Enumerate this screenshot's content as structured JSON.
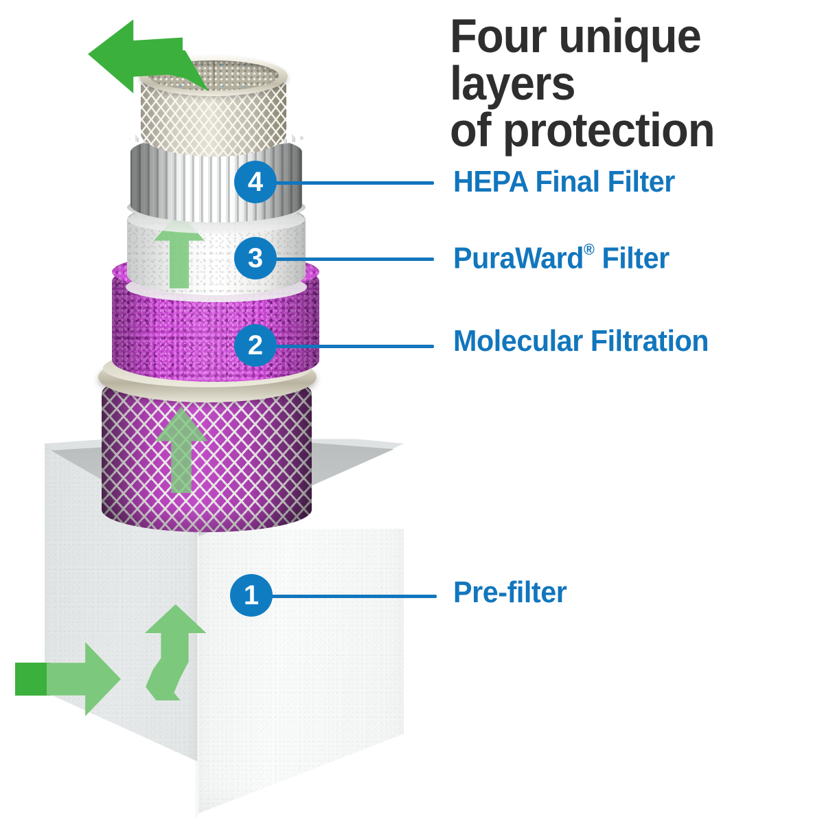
{
  "heading": {
    "line1": "Four unique layers",
    "line2": "of protection",
    "full": "Four unique layers\nof protection",
    "color": "#2e2e2e"
  },
  "accent": {
    "blue": "#0f7cc2",
    "label_blue": "#1276bd",
    "green_dark": "#3cb03c",
    "green_light": "#7cc87c",
    "purple": "#c546cd",
    "metal": "#dedacb"
  },
  "layers": [
    {
      "number": "4",
      "label": "HEPA Final Filter",
      "label_suffix": "",
      "name": "hepa-final-filter"
    },
    {
      "number": "3",
      "label": "PuraWard",
      "label_suffix": " Filter",
      "registered": "®",
      "name": "puraward-filter"
    },
    {
      "number": "2",
      "label": "Molecular Filtration",
      "label_suffix": "",
      "name": "molecular-filtration"
    },
    {
      "number": "1",
      "label": "Pre-filter",
      "label_suffix": "",
      "name": "pre-filter"
    }
  ]
}
